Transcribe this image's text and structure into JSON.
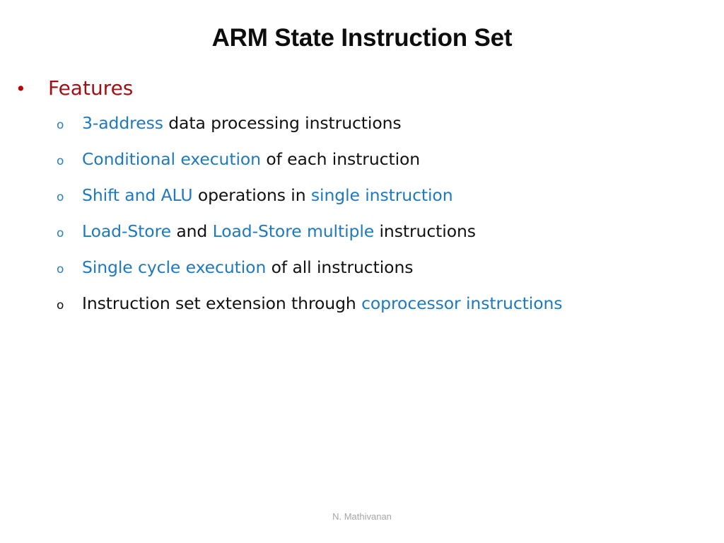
{
  "slide": {
    "title": "ARM State Instruction Set",
    "footer": "N. Mathivanan",
    "background_color": "#FFFFFF",
    "colors": {
      "title": "#0D0D0D",
      "heading_red": "#9E1115",
      "bullet_red": "#C00000",
      "accent_blue": "#1E79BE",
      "body_black": "#111111",
      "footer_gray": "#A6A6A6"
    }
  },
  "content": {
    "level1": {
      "marker": "•",
      "marker_name": "bullet-dot-icon",
      "label": "Features"
    },
    "items": [
      {
        "marker": "o",
        "marker_name": "hollow-circle-bullet-icon",
        "marker_color": "blue",
        "runs": [
          {
            "text": "3-address",
            "color": "blue"
          },
          {
            "text": " data processing instructions",
            "color": "black"
          }
        ]
      },
      {
        "marker": "o",
        "marker_name": "hollow-circle-bullet-icon",
        "marker_color": "blue",
        "runs": [
          {
            "text": "Conditional execution",
            "color": "blue"
          },
          {
            "text": " of each instruction",
            "color": "black"
          }
        ]
      },
      {
        "marker": "o",
        "marker_name": "hollow-circle-bullet-icon",
        "marker_color": "blue",
        "runs": [
          {
            "text": "Shift and ALU",
            "color": "blue"
          },
          {
            "text": " operations in ",
            "color": "black"
          },
          {
            "text": "single instruction",
            "color": "blue"
          }
        ]
      },
      {
        "marker": "o",
        "marker_name": "hollow-circle-bullet-icon",
        "marker_color": "blue",
        "runs": [
          {
            "text": "Load-Store",
            "color": "blue"
          },
          {
            "text": " and ",
            "color": "black"
          },
          {
            "text": "Load-Store multiple",
            "color": "blue"
          },
          {
            "text": " instructions",
            "color": "black"
          }
        ]
      },
      {
        "marker": "o",
        "marker_name": "hollow-circle-bullet-icon",
        "marker_color": "blue",
        "runs": [
          {
            "text": "Single cycle execution",
            "color": "blue"
          },
          {
            "text": " of all instructions",
            "color": "black"
          }
        ]
      },
      {
        "marker": "o",
        "marker_name": "hollow-circle-bullet-icon",
        "marker_color": "black",
        "runs": [
          {
            "text": "Instruction set extension through ",
            "color": "black"
          },
          {
            "text": "coprocessor instructions",
            "color": "blue"
          }
        ]
      }
    ]
  }
}
